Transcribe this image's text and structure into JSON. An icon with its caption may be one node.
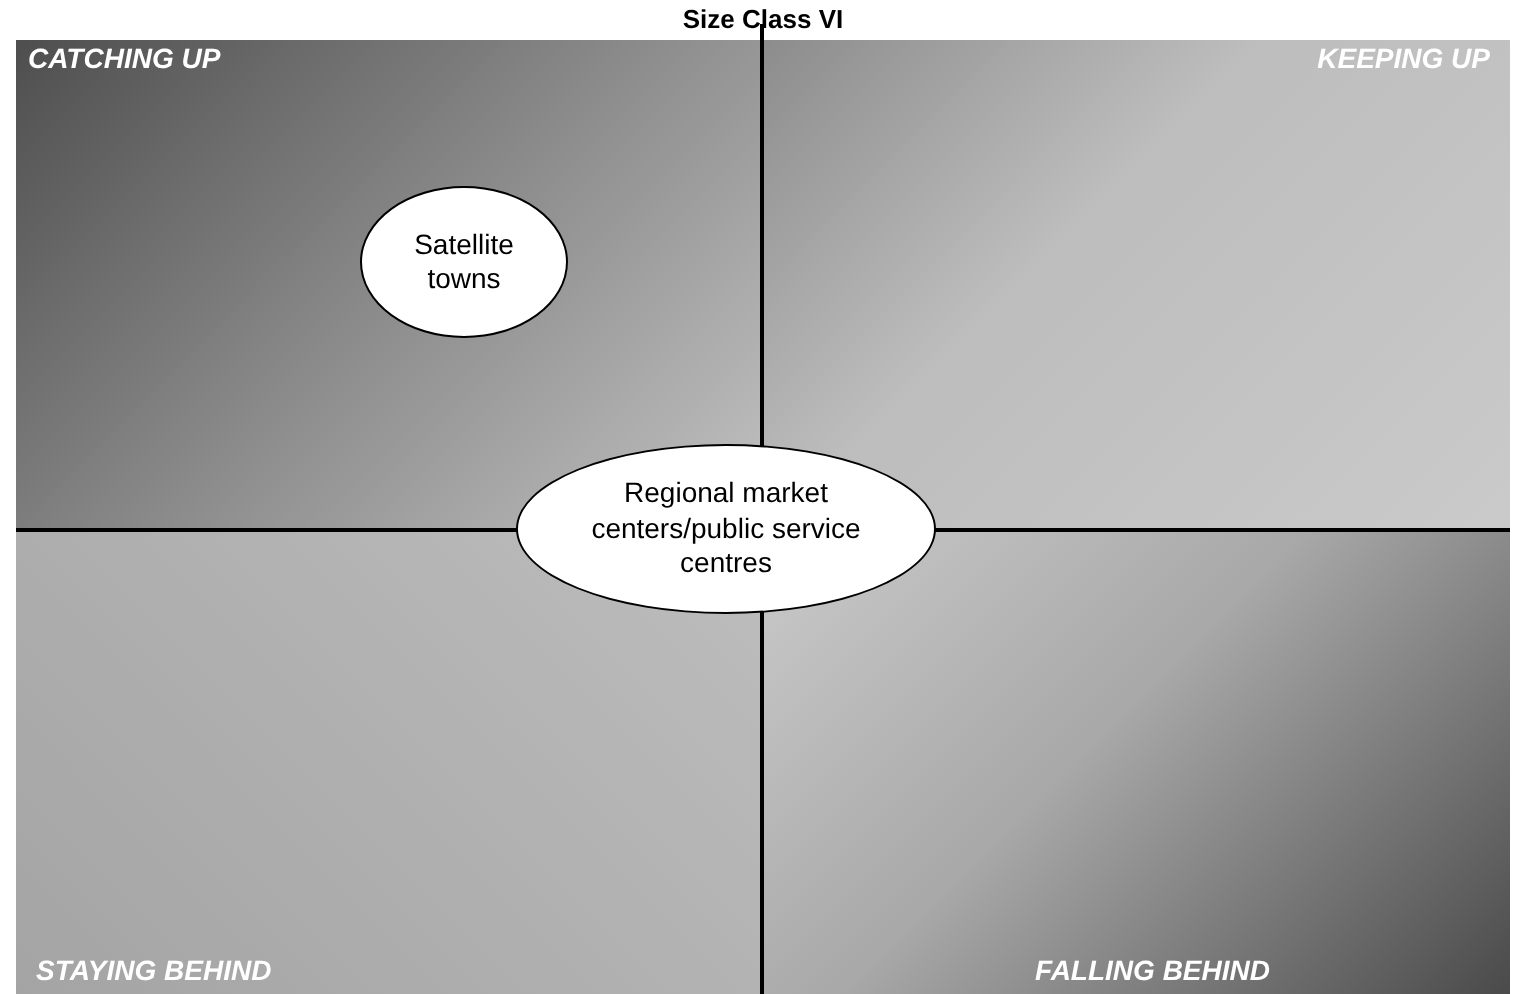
{
  "diagram": {
    "title": "Size Class VI",
    "nodes": [
      {
        "text": [
          "CATCHING UP"
        ]
      },
      {
        "text": [
          "KEEPING UP"
        ]
      },
      {
        "text": [
          "Satellite towns"
        ],
        "in": 0
      },
      {
        "text": [
          "Regional market centers/public service centres"
        ]
      },
      {
        "text": [
          "STAYING BEHIND"
        ]
      },
      {
        "text": [
          "FALLING BEHIND"
        ]
      }
    ]
  }
}
